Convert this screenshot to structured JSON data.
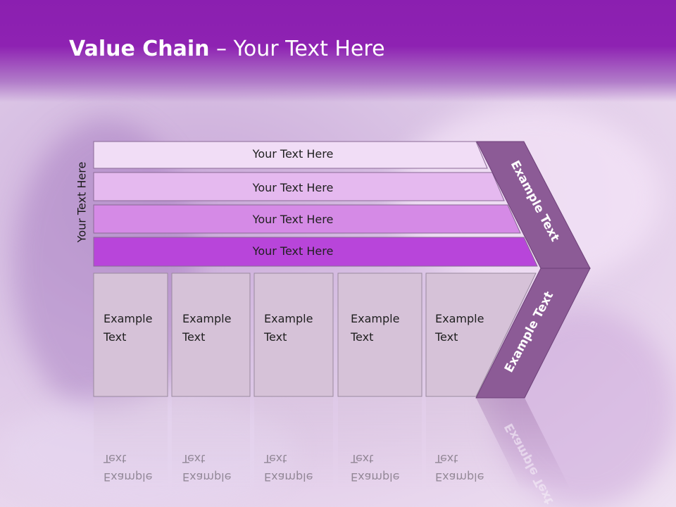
{
  "title": {
    "bold": "Value Chain",
    "rest": " – Your Text Here"
  },
  "side_label": "Your Text Here",
  "support_bars": [
    "Your Text Here",
    "Your Text Here",
    "Your Text Here",
    "Your Text Here"
  ],
  "primary_boxes": [
    [
      "Example",
      "Text"
    ],
    [
      "Example",
      "Text"
    ],
    [
      "Example",
      "Text"
    ],
    [
      "Example",
      "Text"
    ],
    [
      "Example",
      "Text"
    ]
  ],
  "margin_labels": [
    "Example Text",
    "Example Text"
  ],
  "colors": {
    "header": "#8e22b2",
    "bar1": "#f1ddf6",
    "bar2": "#e5b9ef",
    "bar3": "#d58ae6",
    "bar4": "#b845da",
    "box": "#d6c2d8",
    "chevron": "#8c5b96"
  }
}
